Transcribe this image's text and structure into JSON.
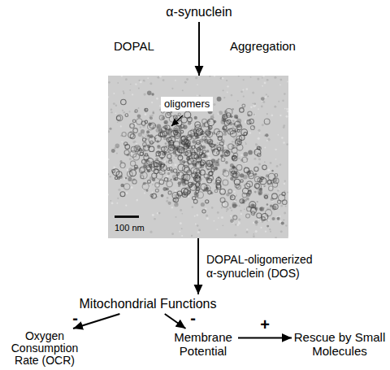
{
  "diagram": {
    "nodes": [
      {
        "text": [
          "α-synuclein"
        ]
      },
      {
        "text": [
          "100 nm"
        ]
      },
      {
        "text": [
          "oligomers"
        ],
        "in": 1
      },
      {
        "text": [
          "Mitochondrial Functions"
        ]
      },
      {
        "text": [
          "Oxygen Consumption Rate (OCR)"
        ]
      },
      {
        "text": [
          "Membrane Potential"
        ]
      },
      {
        "text": [
          "Rescue by Small Molecules"
        ]
      }
    ],
    "edges": [
      {
        "from": 0,
        "to": 1,
        "arrow": "to"
      },
      {
        "from": 1,
        "to": 3,
        "arrow": "to",
        "label": "DOPAL-oligomerized α-synuclein (DOS)"
      },
      {
        "from": 3,
        "to": 4,
        "arrow": "to",
        "label": "-"
      },
      {
        "from": 3,
        "to": 5,
        "arrow": "to",
        "label": "-"
      },
      {
        "from": 5,
        "to": 6,
        "arrow": "to",
        "label": "+"
      }
    ],
    "labels": [
      "DOPAL",
      "Aggregation"
    ]
  }
}
